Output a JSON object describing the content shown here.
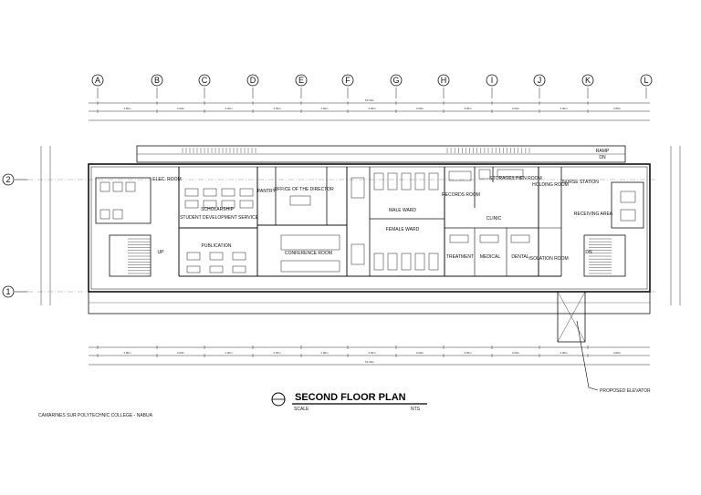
{
  "drawing": {
    "title": "SECOND FLOOR PLAN",
    "scale_note": "SCALE",
    "scale_value": "NTS",
    "institution": "CAMARINES SUR POLYTECHNIC COLLEGE - NABUA",
    "callout": "PROPOSED ELEVATOR"
  },
  "grid": {
    "columns": [
      "A",
      "B",
      "C",
      "D",
      "E",
      "F",
      "G",
      "H",
      "I",
      "J",
      "K",
      "L"
    ],
    "rows": [
      "2",
      "1"
    ]
  },
  "dimensions": {
    "overall": "51.90m",
    "bays": [
      "3.80m",
      "4.00m",
      "4.00m",
      "4.00m",
      "4.00m",
      "4.00m",
      "4.00m",
      "4.00m",
      "4.00m",
      "4.00m",
      "3.80m"
    ]
  },
  "rooms": {
    "elec_room": "ELEC. ROOM",
    "pantry": "PANTRY",
    "office_director": "OFFICE OF THE DIRECTOR",
    "scholarship": "SCHOLARSHIP",
    "student_dev": "STUDENT DEVELOPMENT SERVICE",
    "publication": "PUBLICATION",
    "conference": "CONFERENCE ROOM",
    "male_ward": "MALE WARD",
    "female_ward": "FEMALE WARD",
    "records": "RECORDS ROOM",
    "storage_linen": "STORAGE/LINEN ROOM",
    "holding": "HOLDING ROOM",
    "nurse_station": "NURSE STATION",
    "clinic": "CLINIC",
    "receiving": "RECEIVING AREA",
    "treatment": "TREATMENT",
    "medical": "MEDICAL",
    "dental": "DENTAL",
    "isolation": "ISOLATION ROOM",
    "ramp": "RAMP",
    "ramp_dn": "DN",
    "up_left": "UP",
    "dn_right": "DN"
  }
}
